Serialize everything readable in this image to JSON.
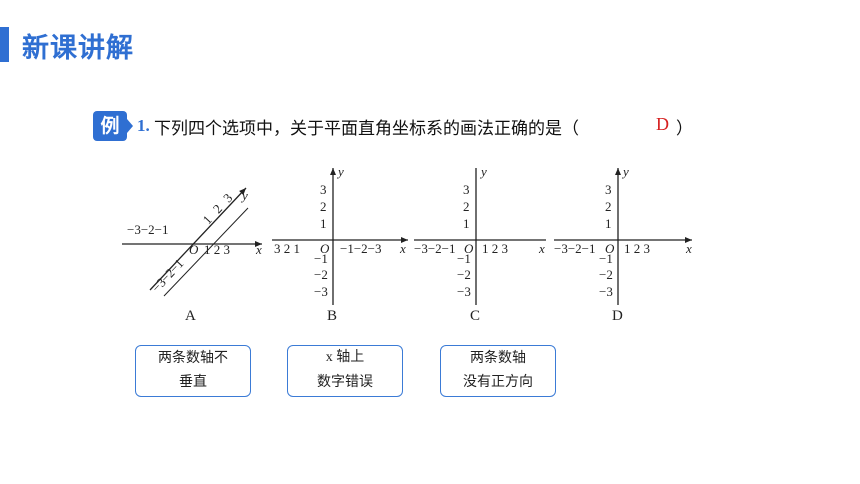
{
  "header": {
    "title": "新课讲解"
  },
  "question": {
    "badge": "例",
    "number": "1.",
    "text": "下列四个选项中，关于平面直角坐标系的画法正确的是（",
    "answer": "D",
    "close_paren": "）"
  },
  "options": {
    "A": {
      "label": "A",
      "x_neg": "−3−2−1",
      "x_pos": "1 2 3",
      "origin": "O",
      "x_axis": "x",
      "y_axis": "y",
      "y_pos": [
        "1",
        "2",
        "3"
      ],
      "y_neg": [
        "−1",
        "−2",
        "−3"
      ]
    },
    "B": {
      "label": "B",
      "x_left": "3 2 1",
      "x_right": "−1−2−3",
      "origin": "O",
      "x_axis": "x",
      "y_axis": "y",
      "y_pos": [
        "3",
        "2",
        "1"
      ],
      "y_neg": [
        "−1",
        "−2",
        "−3"
      ]
    },
    "C": {
      "label": "C",
      "x_neg": "−3−2−1",
      "x_pos": "1 2 3",
      "origin": "O",
      "x_axis": "x",
      "y_axis": "y",
      "y_pos": [
        "3",
        "2",
        "1"
      ],
      "y_neg": [
        "−1",
        "−2",
        "−3"
      ]
    },
    "D": {
      "label": "D",
      "x_neg": "−3−2−1",
      "x_pos": "1 2 3",
      "origin": "O",
      "x_axis": "x",
      "y_axis": "y",
      "y_pos": [
        "3",
        "2",
        "1"
      ],
      "y_neg": [
        "−1",
        "−2",
        "−3"
      ]
    }
  },
  "notes": {
    "A": {
      "line1": "两条数轴不",
      "line2": "垂直"
    },
    "B": {
      "line1": "x 轴上",
      "line2": "数字错误"
    },
    "C": {
      "line1": "两条数轴",
      "line2": "没有正方向"
    }
  },
  "colors": {
    "accent": "#2f6fd2",
    "answer": "#d62020",
    "note_border": "#3b7bd6"
  }
}
